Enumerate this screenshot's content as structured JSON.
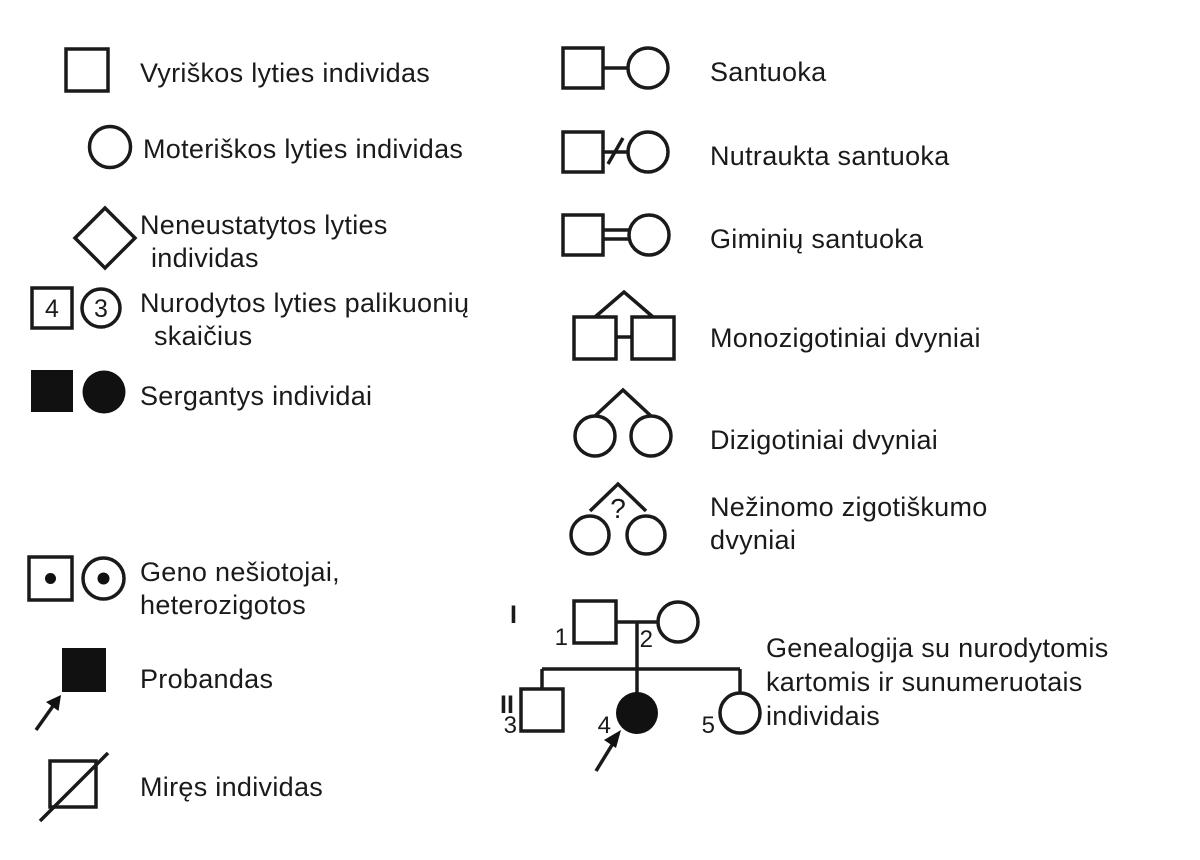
{
  "page": {
    "background": "#ffffff",
    "ink": "#1a1a1a"
  },
  "legend_left": {
    "male_label": "Vyriškos lyties individas",
    "female_label": "Moteriškos lyties individas",
    "unknown_sex_label_line1": "Neneustatytos lyties",
    "unknown_sex_label_line2": "individas",
    "offspring_count_label_line1": "Nurodytos lyties palikuonių",
    "offspring_count_label_line2": "skaičius",
    "offspring_male_count": "4",
    "offspring_female_count": "3",
    "affected_label": "Sergantys individai",
    "carrier_label_line1": "Geno nešiotojai,",
    "carrier_label_line2": "heterozigotos",
    "proband_label": "Probandas",
    "deceased_label": "Miręs individas"
  },
  "legend_right": {
    "marriage_label": "Santuoka",
    "divorce_label": "Nutraukta santuoka",
    "consanguineous_label": "Giminių santuoka",
    "monozygotic_label": "Monozigotiniai dvyniai",
    "dizygotic_label": "Dizigotiniai dvyniai",
    "unknown_zygosity_label_line1": "Nežinomo zigotiškumo",
    "unknown_zygosity_label_line2": "dvyniai",
    "unknown_zygosity_mark": "?"
  },
  "pedigree_example": {
    "generation_I": "I",
    "generation_II": "II",
    "individual_1": "1",
    "individual_2": "2",
    "individual_3": "3",
    "individual_4": "4",
    "individual_5": "5",
    "caption_line1": "Genealogija su nurodytomis",
    "caption_line2": "kartomis ir sunumeruotais",
    "caption_line3": "individais"
  }
}
